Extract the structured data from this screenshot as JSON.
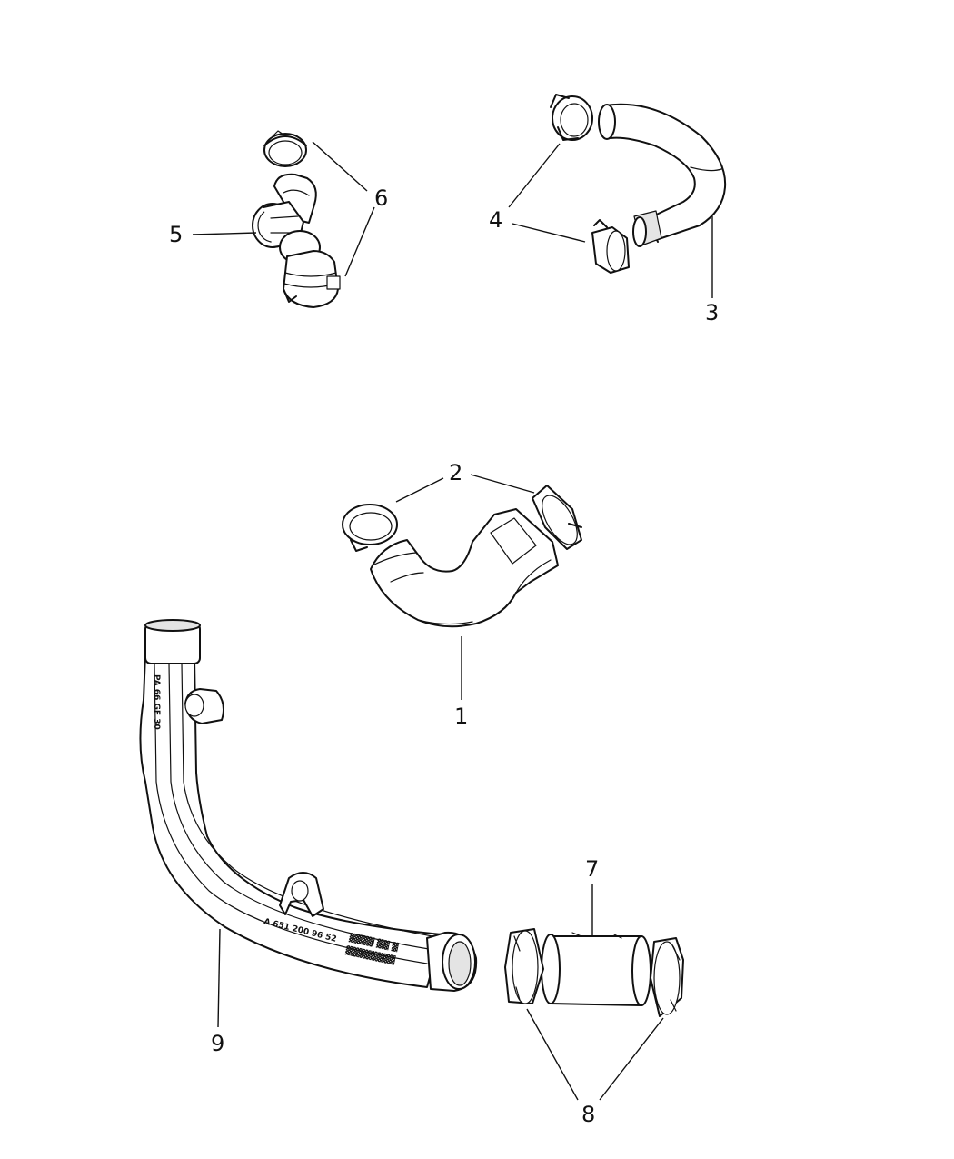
{
  "callouts": {
    "c1": "1",
    "c2": "2",
    "c3": "3",
    "c4": "4",
    "c5": "5",
    "c6": "6",
    "c7": "7",
    "c8": "8",
    "c9": "9"
  },
  "markings": {
    "pipe_code_1": "A 651 200 96 52",
    "pipe_code_2": "▓▓▓▓ ▓▓ ▓",
    "pipe_code_3": "▓▓▓▓▓▓▓▓",
    "pipe_vertical": "PA 66 GF 30"
  },
  "colors": {
    "line": "#111111",
    "background": "#ffffff"
  }
}
